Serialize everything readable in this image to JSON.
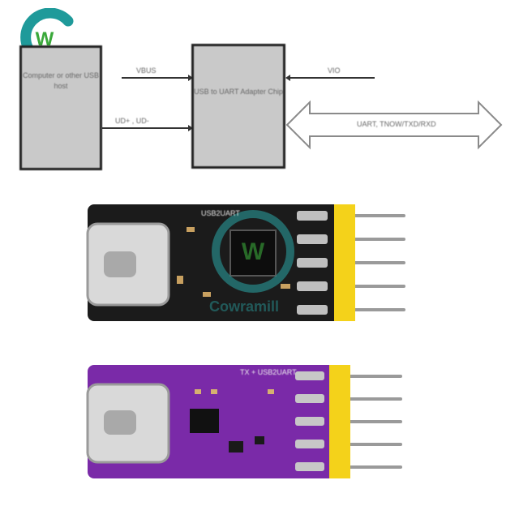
{
  "brand": {
    "name": "Cowramill",
    "logo_mark": "W",
    "color_primary": "#1f9a9a",
    "color_accent": "#3aa83a"
  },
  "diagram": {
    "host_box": "Computer or other USB host",
    "chip_box": "USB to UART Adapter Chip",
    "vbus_label": "VBUS",
    "dp_dm_label": "UD+ , UD-",
    "vio_label": "VIO",
    "uart_label": "UART, TNOW/TXD/RXD"
  },
  "boards": {
    "black_board_text": "USB2UART",
    "purple_board_text": "TX + USB2UART"
  },
  "colors": {
    "black_pcb": "#1b1b1b",
    "purple_pcb": "#7a2aa8",
    "header_yellow": "#f4d21a",
    "diagram_gray": "#c9c9c9"
  }
}
